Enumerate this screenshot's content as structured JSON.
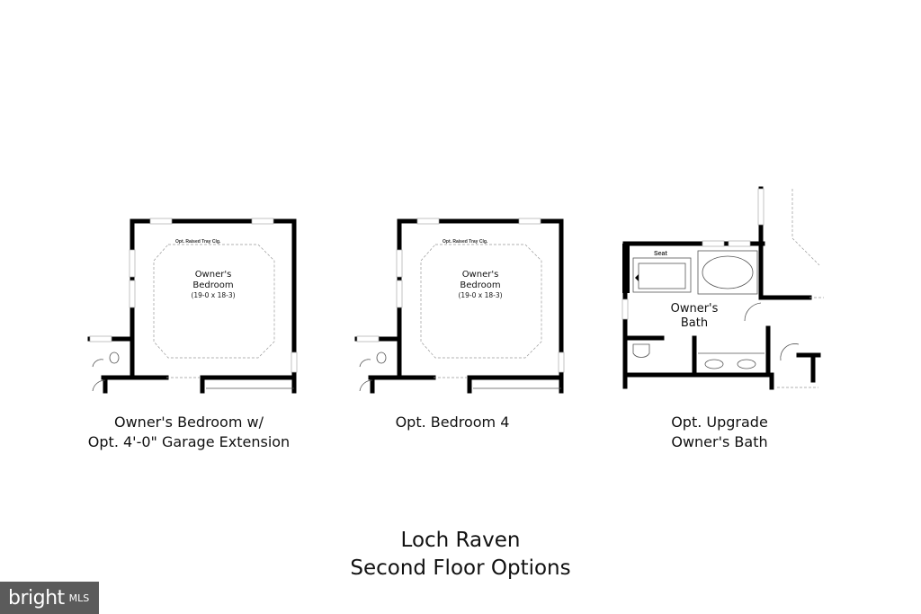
{
  "plans": [
    {
      "tray_label": "Opt. Raised Tray Clg.",
      "room_name_1": "Owner's",
      "room_name_2": "Bedroom",
      "room_dims": "(19-0 x 18-3)",
      "caption_1": "Owner's Bedroom w/",
      "caption_2": "Opt. 4'-0\" Garage Extension"
    },
    {
      "tray_label": "Opt. Raised Tray Clg.",
      "room_name_1": "Owner's",
      "room_name_2": "Bedroom",
      "room_dims": "(19-0 x 18-3)",
      "caption_1": "Opt. Bedroom 4"
    },
    {
      "seat_label": "Seat",
      "room_name_1": "Owner's",
      "room_name_2": "Bath",
      "caption_1": "Opt. Upgrade",
      "caption_2": "Owner's Bath"
    }
  ],
  "footer": {
    "line1": "Loch Raven",
    "line2": "Second Floor Options"
  },
  "watermark": {
    "brand": "bright",
    "suffix": "MLS"
  }
}
